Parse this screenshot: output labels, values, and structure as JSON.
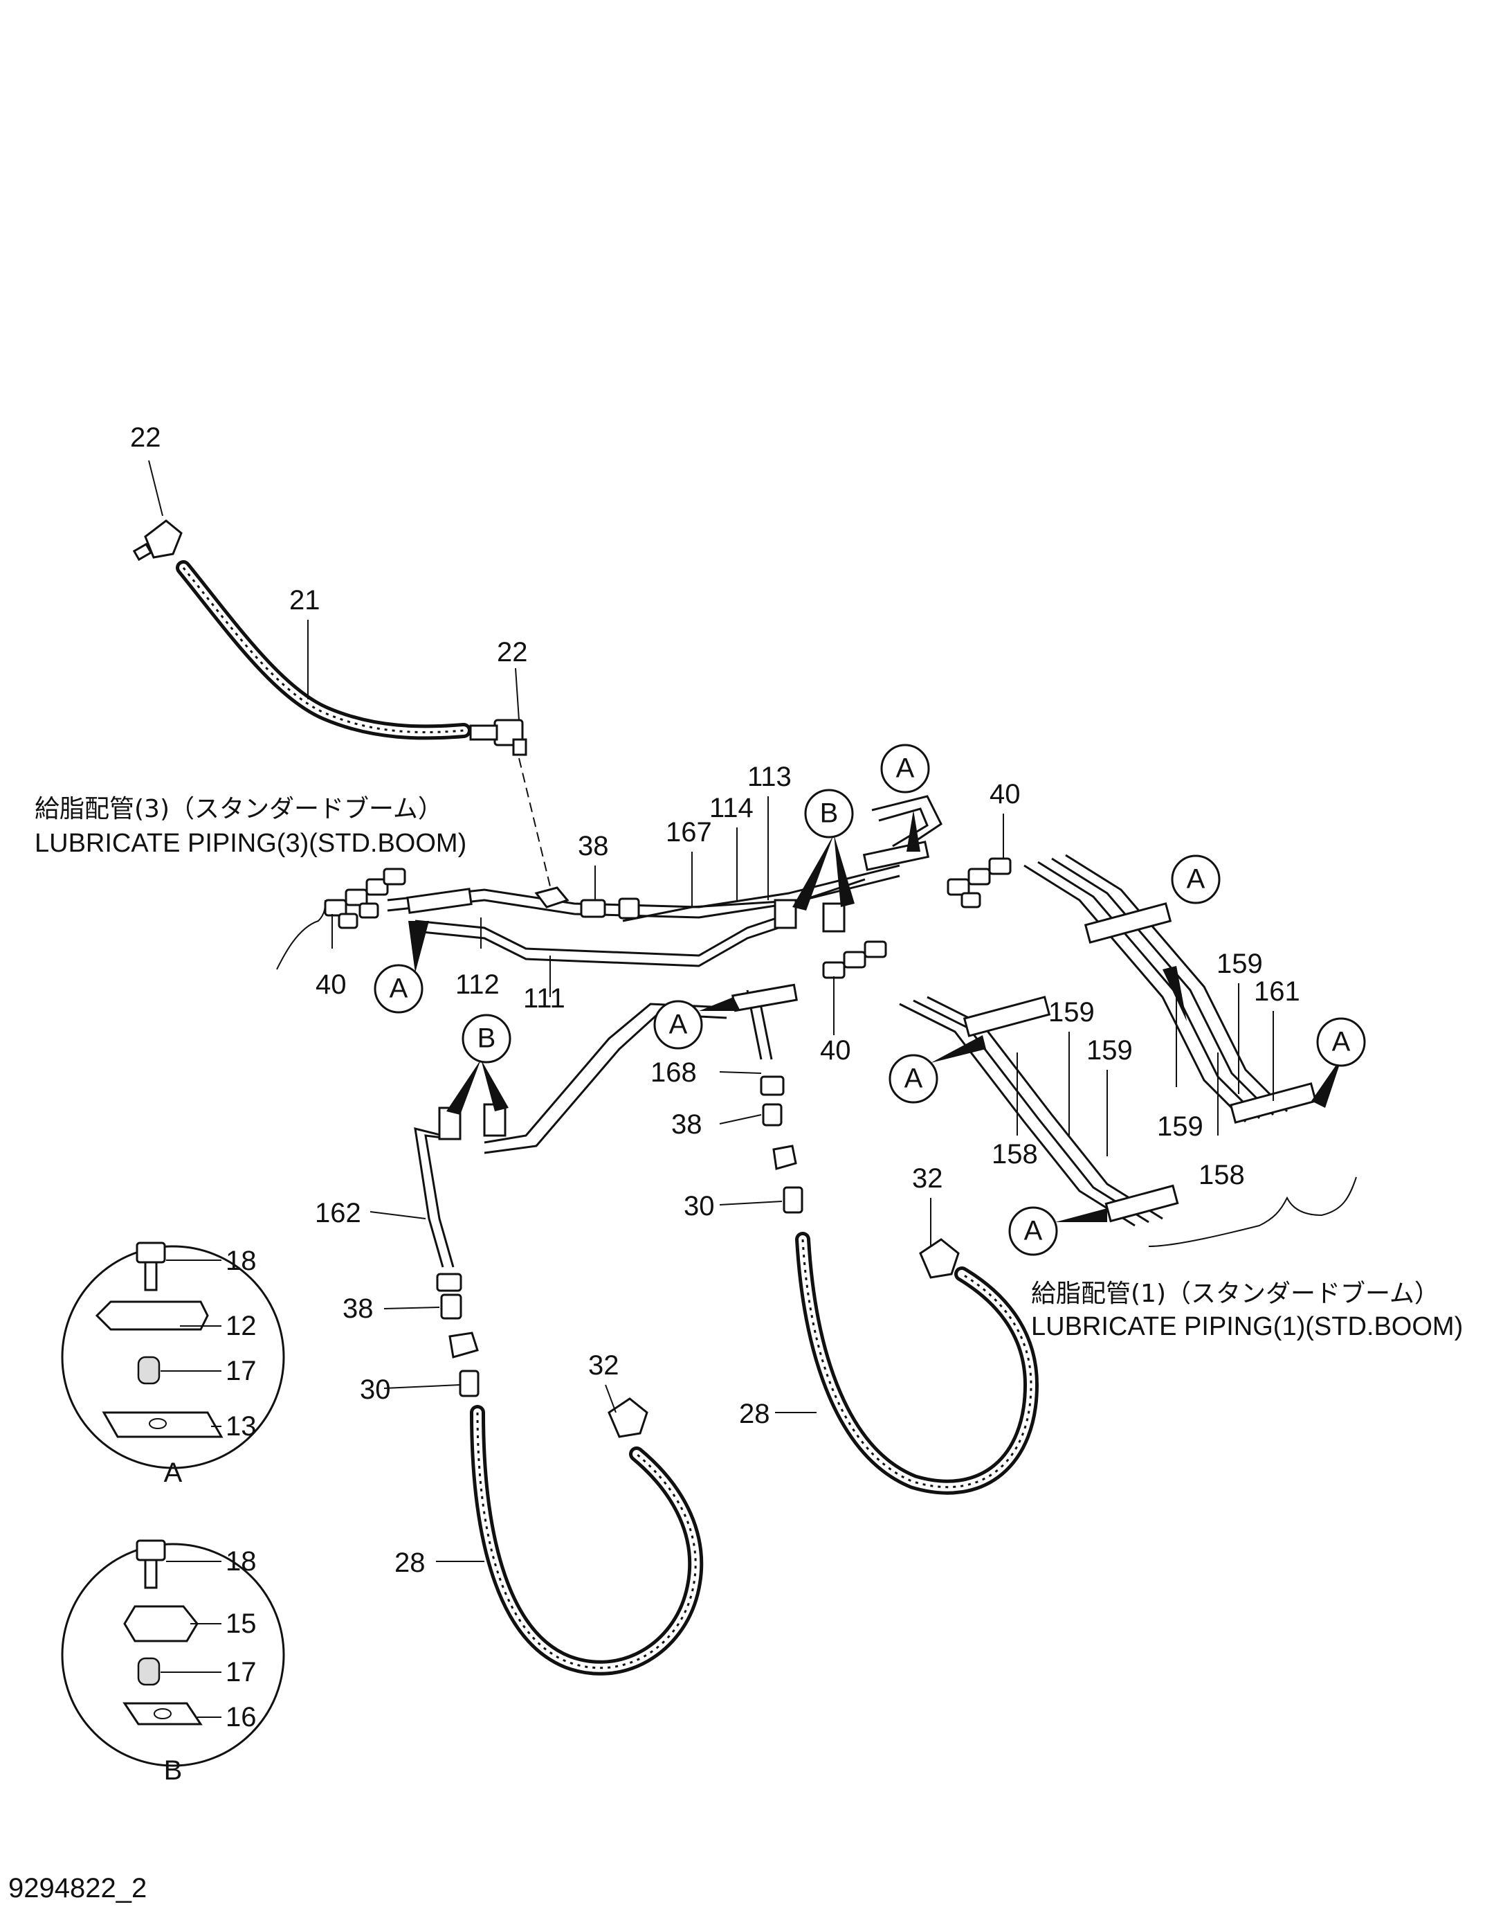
{
  "drawing_id": "9294822_2",
  "captions": {
    "piping3_jp": "給脂配管(3)（スタンダードブーム）",
    "piping3_en": "LUBRICATE  PIPING(3)(STD.BOOM)",
    "piping1_jp": "給脂配管(1)（スタンダードブーム）",
    "piping1_en": "LUBRICATE  PIPING(1)(STD.BOOM)"
  },
  "part_labels": {
    "p22a": "22",
    "p21": "21",
    "p22b": "22",
    "p113": "113",
    "p114": "114",
    "p167": "167",
    "p38a": "38",
    "p40a": "40",
    "p112": "112",
    "p111": "111",
    "p40b": "40",
    "p40c": "40",
    "p159a": "159",
    "p161": "161",
    "p159b": "159",
    "p159c": "159",
    "p159d": "159",
    "p158a": "158",
    "p158b": "158",
    "p168": "168",
    "p38b": "38",
    "p30a": "30",
    "p32a": "32",
    "p162": "162",
    "p38c": "38",
    "p30b": "30",
    "p32b": "32",
    "p28a": "28",
    "p28b": "28"
  },
  "callouts": {
    "A": "A",
    "B": "B"
  },
  "detail_A": {
    "title": "A",
    "items": {
      "bolt": "18",
      "clamp": "12",
      "spacer": "17",
      "plate": "13"
    }
  },
  "detail_B": {
    "title": "B",
    "items": {
      "bolt": "18",
      "clamp": "15",
      "spacer": "17",
      "plate": "16"
    }
  }
}
